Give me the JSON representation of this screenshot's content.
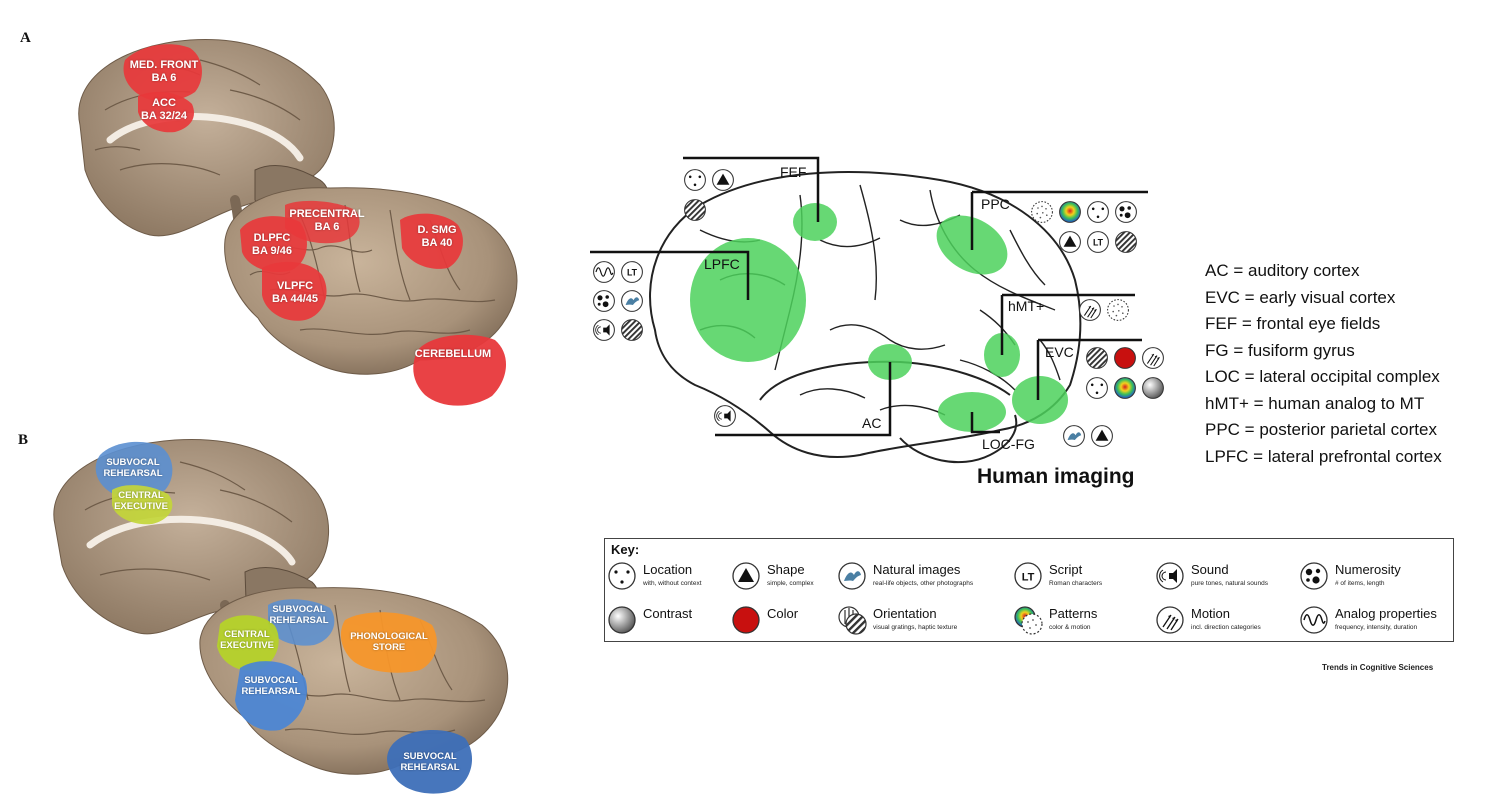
{
  "panel_a": {
    "letter": "A",
    "regions": [
      {
        "lines": [
          "MED. FRONT",
          "BA 6"
        ]
      },
      {
        "lines": [
          "ACC",
          "BA 32/24"
        ]
      },
      {
        "lines": [
          "PRECENTRAL",
          "BA 6"
        ]
      },
      {
        "lines": [
          "D. SMG",
          "BA 40"
        ]
      },
      {
        "lines": [
          "DLPFC",
          "BA 9/46"
        ]
      },
      {
        "lines": [
          "VLPFC",
          "BA 44/45"
        ]
      },
      {
        "lines": [
          "CEREBELLUM"
        ]
      }
    ],
    "region_color": "#e8383b"
  },
  "panel_b": {
    "letter": "B",
    "regions": [
      {
        "lines": [
          "SUBVOCAL",
          "REHEARSAL"
        ],
        "color": "#5b8fd0"
      },
      {
        "lines": [
          "CENTRAL",
          "EXECUTIVE"
        ],
        "color": "#c3d63a"
      },
      {
        "lines": [
          "SUBVOCAL",
          "REHEARSAL"
        ],
        "color": "#5b8fd0"
      },
      {
        "lines": [
          "CENTRAL",
          "EXECUTIVE"
        ],
        "color": "#b5d22a"
      },
      {
        "lines": [
          "PHONOLOGICAL",
          "STORE"
        ],
        "color": "#f5962a"
      },
      {
        "lines": [
          "SUBVOCAL",
          "REHEARSAL"
        ],
        "color": "#4a86d6"
      },
      {
        "lines": [
          "SUBVOCAL",
          "REHEARSAL"
        ],
        "color": "#3d6fb8"
      }
    ]
  },
  "human": {
    "title": "Human imaging",
    "region_color": "#4cd15c",
    "regions": {
      "fef": "FEF",
      "ppc": "PPC",
      "lpfc": "LPFC",
      "hmt": "hMT+",
      "evc": "EVC",
      "ac": "AC",
      "locfg": "LOC-FG"
    }
  },
  "abbreviations": [
    "AC = auditory cortex",
    "EVC = early visual cortex",
    "FEF = frontal eye fields",
    "FG =  fusiform gyrus",
    "LOC = lateral occipital complex",
    "hMT+ =  human analog to MT",
    "PPC =  posterior parietal cortex",
    "LPFC = lateral prefrontal cortex"
  ],
  "key": {
    "title": "Key:",
    "items": [
      {
        "icon": "location-icon",
        "label": "Location",
        "sub": "with, without context"
      },
      {
        "icon": "shape-icon",
        "label": "Shape",
        "sub": "simple, complex"
      },
      {
        "icon": "natural-image-icon",
        "label": "Natural images",
        "sub": "real-life objects, other photographs"
      },
      {
        "icon": "script-icon",
        "label": "Script",
        "sub": "Roman characters"
      },
      {
        "icon": "sound-icon",
        "label": "Sound",
        "sub": "pure tones, natural sounds"
      },
      {
        "icon": "numerosity-icon",
        "label": "Numerosity",
        "sub": "# of items, length"
      },
      {
        "icon": "contrast-icon",
        "label": "Contrast",
        "sub": ""
      },
      {
        "icon": "color-icon",
        "label": "Color",
        "sub": ""
      },
      {
        "icon": "orientation-icon",
        "label": "Orientation",
        "sub": "visual gratings, haptic texture"
      },
      {
        "icon": "patterns-icon",
        "label": "Patterns",
        "sub": "color & motion"
      },
      {
        "icon": "motion-icon",
        "label": "Motion",
        "sub": "incl. direction categories"
      },
      {
        "icon": "analog-icon",
        "label": "Analog properties",
        "sub": "frequency, intensity, duration"
      }
    ],
    "script_glyph": "LT"
  },
  "credit": "Trends in Cognitive Sciences"
}
